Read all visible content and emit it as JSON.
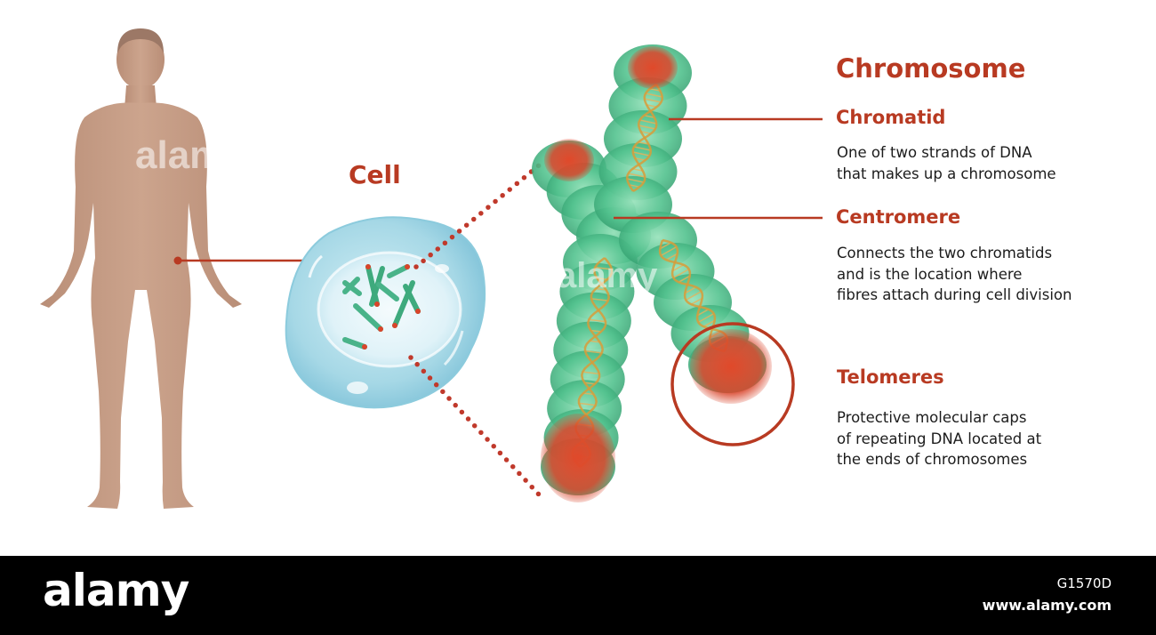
{
  "title": "Chromosome",
  "cell_label": "Cell",
  "labels": [
    {
      "name": "Chromatid",
      "lines": [
        "One of two strands of DNA",
        "that makes up a chromosome"
      ]
    },
    {
      "name": "Centromere",
      "lines": [
        "Connects the two chromatids",
        "and is the location where",
        "fibres attach during cell division"
      ]
    },
    {
      "name": "Telomeres",
      "lines": [
        "Protective molecular caps",
        "of repeating DNA located at",
        "the ends of chromosomes"
      ]
    }
  ],
  "footer": {
    "brand": "alamy",
    "image_id": "G1570D",
    "url": "www.alamy.com"
  },
  "watermark": "alamy",
  "colors": {
    "accent": "#b83a22",
    "cell": "#a4d8e6",
    "chromatid": "#4fbf8e",
    "telomere": "#d9442a",
    "skin": "#c69c85",
    "footer": "#000000"
  }
}
